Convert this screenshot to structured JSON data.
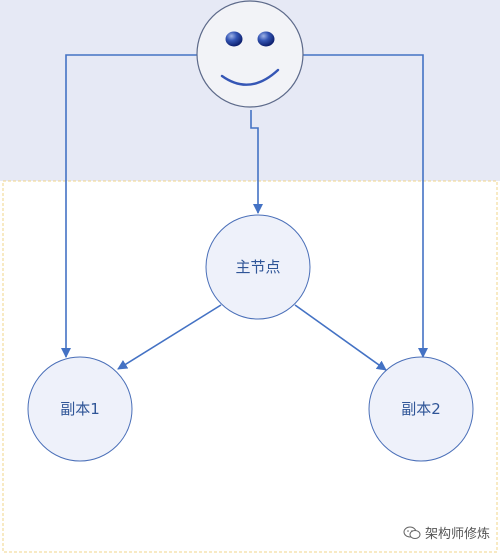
{
  "nodes": {
    "primary": {
      "label": "主节点"
    },
    "replica1": {
      "label": "副本1"
    },
    "replica2": {
      "label": "副本2"
    }
  },
  "watermark": {
    "text": "架构师修炼"
  },
  "colors": {
    "client_zone_bg": "#e6e9f5",
    "cluster_zone_border": "#f1d48a",
    "node_fill": "#eef1fa",
    "node_stroke": "#4a6fb8",
    "arrow": "#4472c4",
    "label": "#2f5597"
  }
}
